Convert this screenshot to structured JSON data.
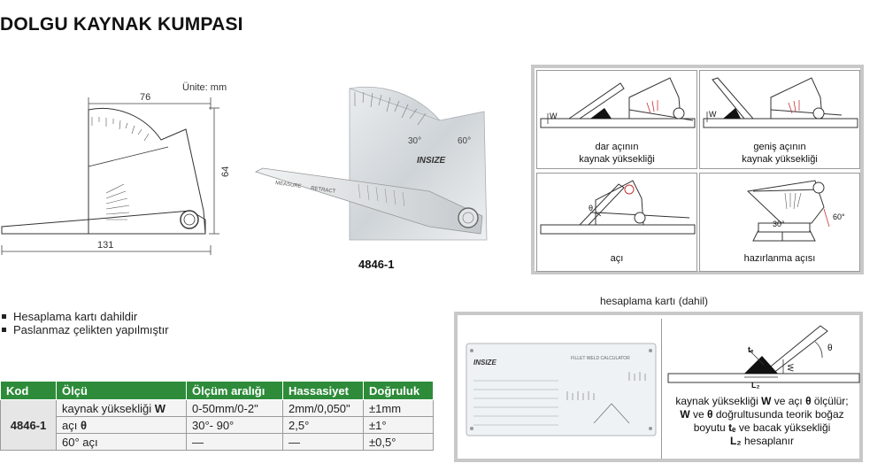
{
  "title": "DOLGU KAYNAK KUMPASI",
  "drawing": {
    "unit_label": "Ünite: mm",
    "dim_width": "76",
    "dim_height": "64",
    "dim_length": "131"
  },
  "photo": {
    "brand": "INSIZE",
    "scale_30": "30°",
    "scale_60": "60°",
    "arm_measure": "MEASURE",
    "arm_retract": "RETRACT",
    "model": "4846-1"
  },
  "panels": {
    "tl": {
      "line1": "dar açının",
      "line2": "kaynak yüksekliği",
      "w": "W"
    },
    "tr": {
      "line1": "geniş açının",
      "line2": "kaynak yüksekliği",
      "w": "W"
    },
    "bl": {
      "line1": "açı",
      "theta": "θ"
    },
    "br": {
      "line1": "hazırlanma açısı",
      "a30": "30°",
      "a60": "60°"
    }
  },
  "bullets": [
    "Hesaplama kartı dahildir",
    "Paslanmaz çelikten yapılmıştır"
  ],
  "table": {
    "headers": [
      "Kod",
      "Ölçü",
      "Ölçüm aralığı",
      "Hassasiyet",
      "Doğruluk"
    ],
    "code": "4846-1",
    "rows": [
      {
        "olcu_pre": "kaynak yüksekliği ",
        "olcu_bold": "W",
        "range": "0-50mm/0-2\"",
        "precision": "2mm/0,050\"",
        "accuracy": "±1mm"
      },
      {
        "olcu_pre": "açı ",
        "olcu_bold": "θ",
        "range": "30°- 90°",
        "precision": "2,5°",
        "accuracy": "±1°"
      },
      {
        "olcu_pre": "60° açı",
        "olcu_bold": "",
        "range": "—",
        "precision": "—",
        "accuracy": "±0,5°"
      }
    ]
  },
  "card": {
    "caption": "hesaplama kartı (dahil)",
    "card_brand": "INSIZE",
    "card_title": "FILLET WELD CALCULATOR",
    "te": "tₑ",
    "l2": "L₂",
    "w": "W",
    "theta": "θ",
    "text": {
      "l1a": "kaynak yüksekliği ",
      "l1b": "W",
      "l1c": " ve açı ",
      "l1d": "θ",
      "l1e": " ölçülür;",
      "l2a": "W",
      "l2b": " ve ",
      "l2c": "θ",
      "l2d": " doğrultusunda teorik boğaz",
      "l3a": "boyutu ",
      "l3b": "tₑ",
      "l3c": " ve bacak yüksekliği",
      "l4a": "L₂",
      "l4b": " hesaplanır"
    }
  }
}
